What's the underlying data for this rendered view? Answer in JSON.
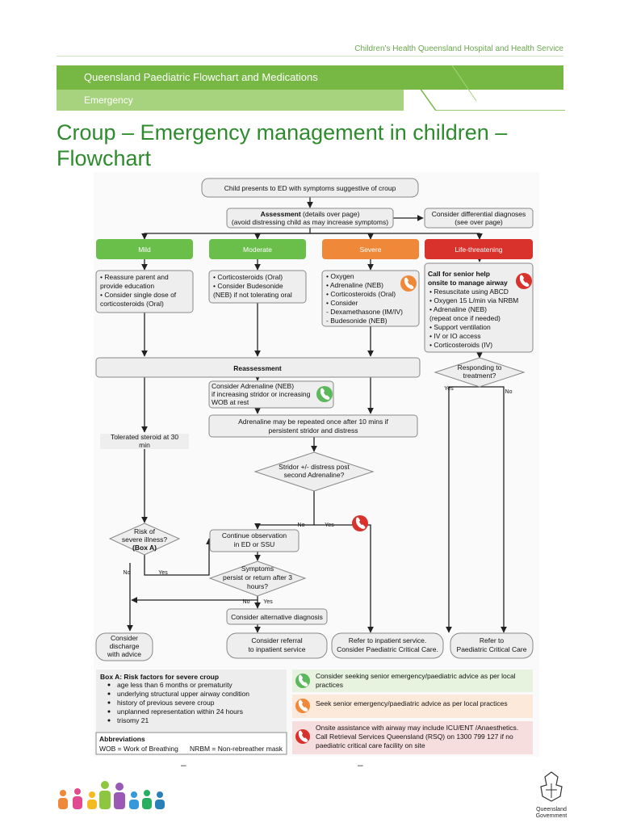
{
  "header": {
    "org": "Children's Health Queensland Hospital and Health Service",
    "bar_title": "Queensland Paediatric Flowchart and Medications",
    "bar_sub": "Emergency"
  },
  "title": "Croup – Emergency management in children – Flowchart",
  "flow": {
    "presents": "Child presents to ED with symptoms suggestive of croup",
    "assess_bold": "Assessment",
    "assess_rest": " (details over page)",
    "assess_line2": "(avoid distressing child as may increase symptoms)",
    "differential": [
      "Consider differential diagnoses",
      "(see over page)"
    ],
    "mild": "Mild",
    "moderate": "Moderate",
    "severe": "Severe",
    "life": "Life-threatening",
    "mild_box": [
      "• Reassure parent and",
      "   provide education",
      "• Consider single dose of",
      "   corticosteroids (Oral)"
    ],
    "moderate_box": [
      "• Corticosteroids (Oral)",
      "• Consider Budesonide",
      "   (NEB) if not tolerating oral"
    ],
    "severe_box": [
      "• Oxygen",
      "• Adrenaline (NEB)",
      "• Corticosteroids (Oral)",
      "• Consider",
      "     - Dexamethasone (IM/IV)",
      "     - Budesonide (NEB)"
    ],
    "life_box_bold": [
      "Call for senior help",
      "onsite to manage airway"
    ],
    "life_box": [
      "• Resuscitate using ABCD",
      "• Oxygen 15 L/min via NRBM",
      "• Adrenaline (NEB)",
      "   (repeat once if needed)",
      "• Support ventilation",
      "• IV or IO access",
      "• Corticosteroids (IV)"
    ],
    "reassessment": "Reassessment",
    "responding": [
      "Responding to",
      "treatment?"
    ],
    "yes": "Yes",
    "no": "No",
    "consider_adrenaline": [
      "Consider Adrenaline (NEB)",
      "if increasing stridor or increasing",
      "WOB at rest"
    ],
    "adrenaline_repeat": [
      "Adrenaline may be repeated once after 10 mins if",
      "persistent stridor and distress"
    ],
    "tolerated": [
      "Tolerated steroid at 30",
      "min"
    ],
    "stridor": [
      "Stridor +/- distress post",
      "second Adrenaline?"
    ],
    "risk": [
      "Risk of",
      "severe illness?",
      "(Box A)"
    ],
    "continue_obs": [
      "Continue observation",
      "in ED or SSU"
    ],
    "symptoms": [
      "Symptoms",
      "persist or return after 3",
      "hours?"
    ],
    "alt_diag": "Consider alternative diagnosis",
    "discharge": [
      "Consider",
      "discharge",
      "with advice"
    ],
    "referral": [
      "Consider referral",
      "to inpatient service"
    ],
    "refer_inpatient": [
      "Refer to inpatient service.",
      "Consider Paediatric Critical Care."
    ],
    "refer_picc": [
      "Refer to",
      "Paediatric Critical Care"
    ]
  },
  "box_a": {
    "title": "Box A: Risk factors for severe croup",
    "items": [
      "age less than 6 months or prematurity",
      "underlying structural upper airway condition",
      "history of previous severe croup",
      "unplanned representation within 24 hours",
      "trisomy 21"
    ]
  },
  "abbrev": {
    "title": "Abbreviations",
    "line": "WOB = Work of Breathing      NRBM = Non-rebreather mask"
  },
  "legend": [
    {
      "color": "#5cb85c",
      "bg": "#e8f3df",
      "lines": [
        "Consider seeking senior emergency/paediatric advice as per local",
        "practices"
      ]
    },
    {
      "color": "#f0883a",
      "bg": "#fde9da",
      "lines": [
        "Seek senior emergency/paediatric advice as per local practices"
      ]
    },
    {
      "color": "#d9312b",
      "bg": "#f7dede",
      "lines": [
        "Onsite assistance with airway may include ICU/ENT /Anaesthetics.",
        "Call Retrieval Services Queensland (RSQ) on 1300 799 127 if no",
        "paediatric critical care facility on site"
      ]
    }
  ],
  "colors": {
    "mild": "#6abf4b",
    "moderate": "#6abf4b",
    "severe": "#f0883a",
    "life": "#d9312b",
    "green_phone": "#5cb85c",
    "orange_phone": "#f0883a",
    "red_phone": "#d9312b"
  },
  "footer": {
    "dash_left": "–",
    "dash_right": "–",
    "qld_line1": "Queensland",
    "qld_line2": "Government"
  }
}
